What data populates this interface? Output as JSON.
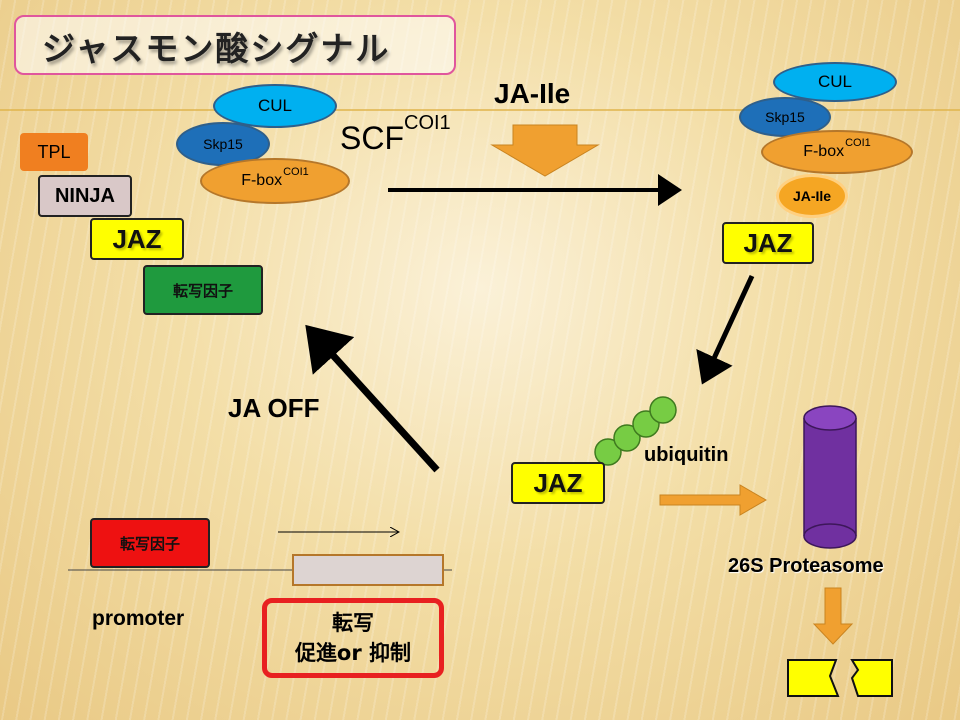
{
  "title": "ジャスモン酸シグナル",
  "scf": {
    "label": "SCF",
    "sup": "COI1"
  },
  "left_complex": {
    "cul": "CUL",
    "skp": "Skp15",
    "fbox": "F-box",
    "fbox_sup": "COI1",
    "tpl": "TPL",
    "ninja": "NINJA",
    "jaz": "JAZ",
    "tf": "転写因子"
  },
  "ja_ile_label": "JA-Ile",
  "right_complex": {
    "cul": "CUL",
    "skp": "Skp15",
    "fbox": "F-box",
    "fbox_sup": "COI1",
    "ja_ile": "JA-Ile",
    "jaz": "JAZ"
  },
  "ja_off": "JA OFF",
  "ubiquitin": {
    "label": "ubiquitin",
    "jaz": "JAZ"
  },
  "proteasome": "26S Proteasome",
  "bottom": {
    "tf": "転写因子",
    "promoter": "promoter",
    "result_line1": "転写",
    "result_line2": "促進or 抑制"
  },
  "colors": {
    "cul": "#00b0f0",
    "skp": "#1e6fb8",
    "fbox": "#f0a030",
    "ja_ile": "#f5a623",
    "tpl": "#f07f20",
    "ninja": "#d9c8c8",
    "jaz": "#ffff00",
    "tf_green": "#1f9a3e",
    "tf_red": "#ee1111",
    "ubiquitin": "#77cc44",
    "proteasome": "#7030a0",
    "arrow_orange": "#f0a030",
    "title_border": "#e0569d",
    "result_border": "#e82020"
  }
}
